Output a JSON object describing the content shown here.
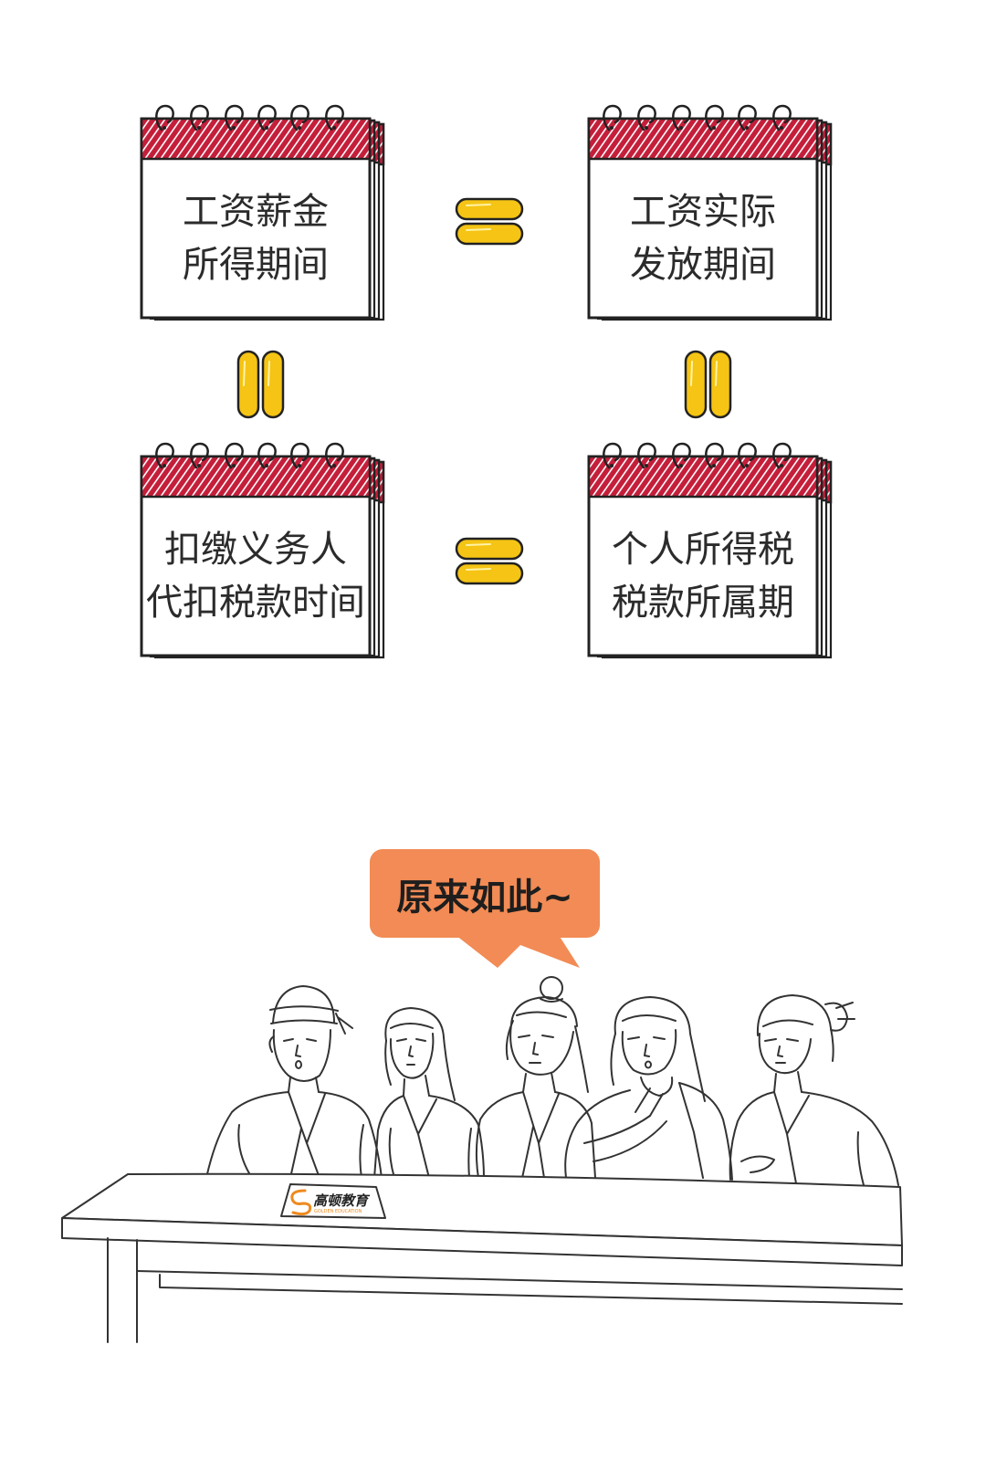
{
  "cards": [
    {
      "lines": [
        "工资薪金",
        "所得期间"
      ]
    },
    {
      "lines": [
        "工资实际",
        "发放期间"
      ]
    },
    {
      "lines": [
        "扣缴义务人",
        "代扣税款时间"
      ]
    },
    {
      "lines": [
        "个人所得税",
        "税款所属期"
      ]
    }
  ],
  "speech_bubble": {
    "text": "原来如此~"
  },
  "name_plate": {
    "logo_text": "高顿教育",
    "logo_subtext": "GOLDEN EDUCATION"
  },
  "icons": {
    "equals": "equals-icon",
    "binding": "spiral-binding-icon",
    "logo": "golden-education-logo-icon"
  },
  "colors": {
    "calendar_header": "#C41E3A",
    "equals_fill": "#F5C414",
    "bubble_fill": "#F28B55",
    "text": "#2B2B2B",
    "line_art": "#333333",
    "logo_accent": "#EE8A1F"
  }
}
